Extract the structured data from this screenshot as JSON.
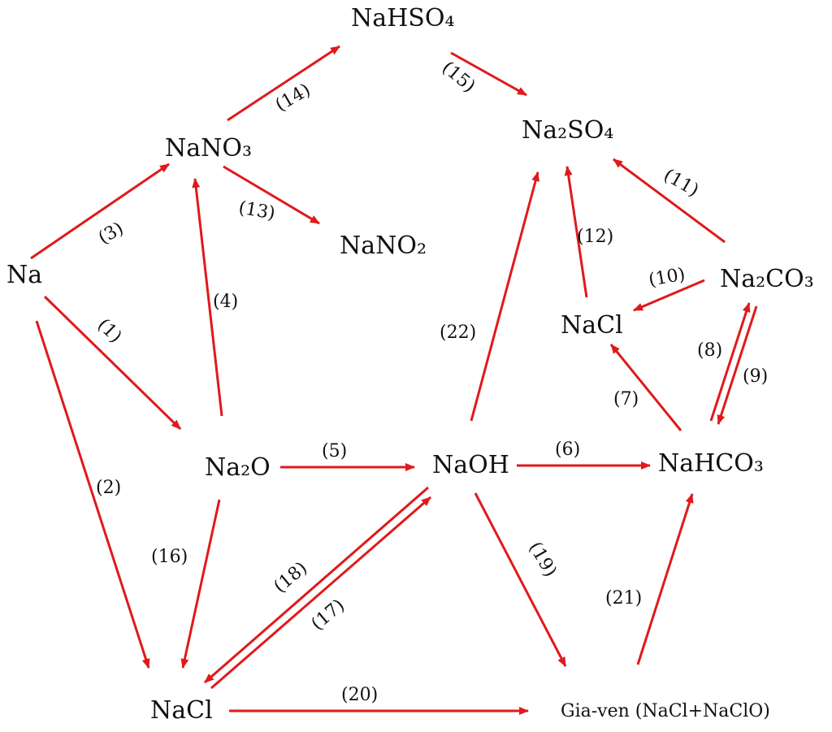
{
  "colors": {
    "arrow": "#e0191b",
    "text": "#111111",
    "background": "#ffffff"
  },
  "compounds": {
    "nahso4": "NaHSO₄",
    "na2so4": "Na₂SO₄",
    "nano3": "NaNO₃",
    "nano2": "NaNO₂",
    "na": "Na",
    "na2co3": "Na₂CO₃",
    "nacl_top": "NaCl",
    "na2o": "Na₂O",
    "naoh": "NaOH",
    "nahco3": "NaHCO₃",
    "nacl_bottom": "NaCl",
    "giaven": "Gia-ven (NaCl+NaClO)"
  },
  "reactions": {
    "r1": "(1)",
    "r2": "(2)",
    "r3": "(3)",
    "r4": "(4)",
    "r5": "(5)",
    "r6": "(6)",
    "r7": "(7)",
    "r8": "(8)",
    "r9": "(9)",
    "r10": "(10)",
    "r11": "(11)",
    "r12": "(12)",
    "r13": "(13)",
    "r14": "(14)",
    "r15": "(15)",
    "r16": "(16)",
    "r17": "(17)",
    "r18": "(18)",
    "r19": "(19)",
    "r20": "(20)",
    "r21": "(21)",
    "r22": "(22)"
  }
}
